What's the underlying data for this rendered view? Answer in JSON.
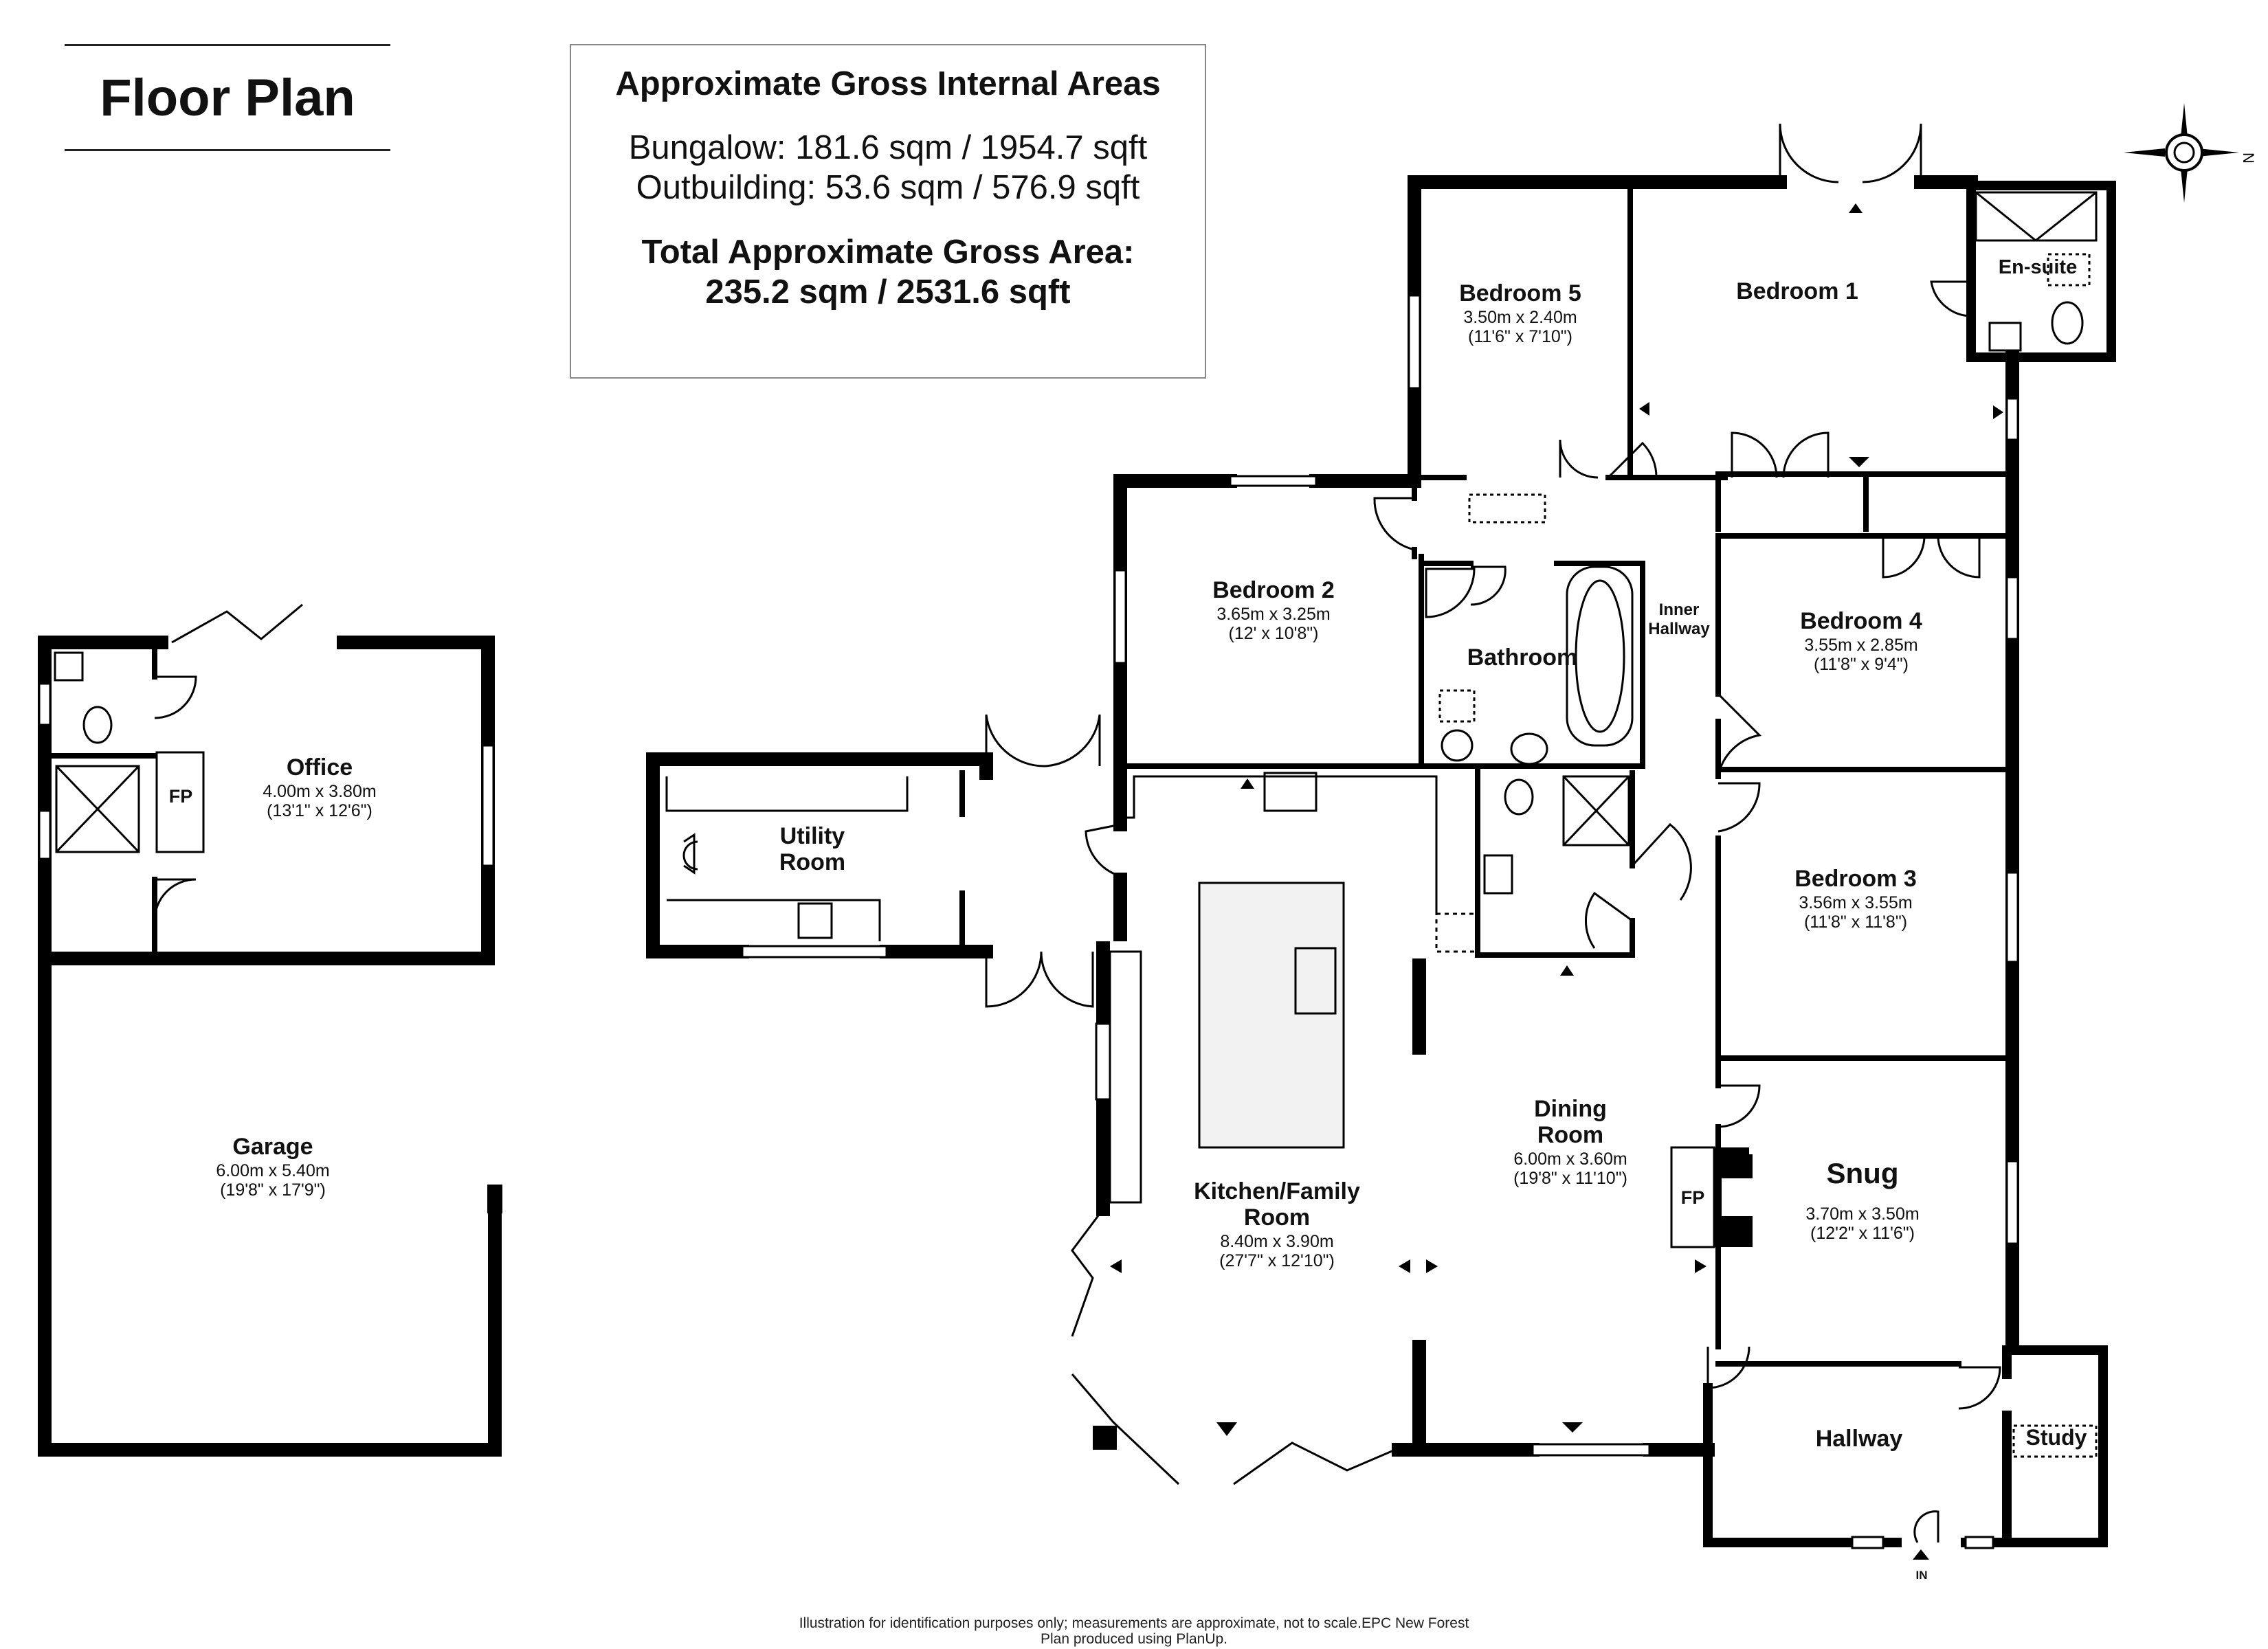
{
  "header": {
    "title": "Floor Plan"
  },
  "areas": {
    "heading": "Approximate Gross Internal Areas",
    "bungalow": "Bungalow: 181.6 sqm / 1954.7 sqft",
    "outbuilding": "Outbuilding: 53.6 sqm / 576.9 sqft",
    "total_label": "Total Approximate Gross Area:",
    "total_value": "235.2 sqm / 2531.6 sqft"
  },
  "rooms": {
    "bedroom5": {
      "name": "Bedroom 5",
      "metric": "3.50m x 2.40m",
      "imperial": "(11'6\" x 7'10\")"
    },
    "bedroom1": {
      "name": "Bedroom 1"
    },
    "ensuite": {
      "name": "En-suite"
    },
    "bedroom2": {
      "name": "Bedroom 2",
      "metric": "3.65m x 3.25m",
      "imperial": "(12' x 10'8\")"
    },
    "bathroom": {
      "name": "Bathroom"
    },
    "inner_hallway": {
      "name1": "Inner",
      "name2": "Hallway"
    },
    "bedroom4": {
      "name": "Bedroom 4",
      "metric": "3.55m x 2.85m",
      "imperial": "(11'8\" x 9'4\")"
    },
    "bedroom3": {
      "name": "Bedroom 3",
      "metric": "3.56m x 3.55m",
      "imperial": "(11'8\" x 11'8\")"
    },
    "office": {
      "name": "Office",
      "metric": "4.00m x 3.80m",
      "imperial": "(13'1\" x 12'6\")"
    },
    "office_fp": "FP",
    "utility": {
      "name1": "Utility",
      "name2": "Room"
    },
    "garage": {
      "name": "Garage",
      "metric": "6.00m x 5.40m",
      "imperial": "(19'8\" x 17'9\")"
    },
    "kitchen": {
      "name1": "Kitchen/Family",
      "name2": "Room",
      "metric": "8.40m x 3.90m",
      "imperial": "(27'7\" x 12'10\")"
    },
    "dining": {
      "name1": "Dining",
      "name2": "Room",
      "metric": "6.00m x 3.60m",
      "imperial": "(19'8\" x 11'10\")"
    },
    "snug": {
      "name": "Snug",
      "metric": "3.70m x 3.50m",
      "imperial": "(12'2\" x 11'6\")"
    },
    "snug_fp": "FP",
    "hallway": {
      "name": "Hallway"
    },
    "study": {
      "name": "Study"
    },
    "entrance": "IN"
  },
  "compass": {
    "label": "N"
  },
  "footer": {
    "line1": "Illustration for identification purposes only; measurements are approximate, not to scale.EPC New Forest",
    "line2": "Plan produced using PlanUp."
  }
}
